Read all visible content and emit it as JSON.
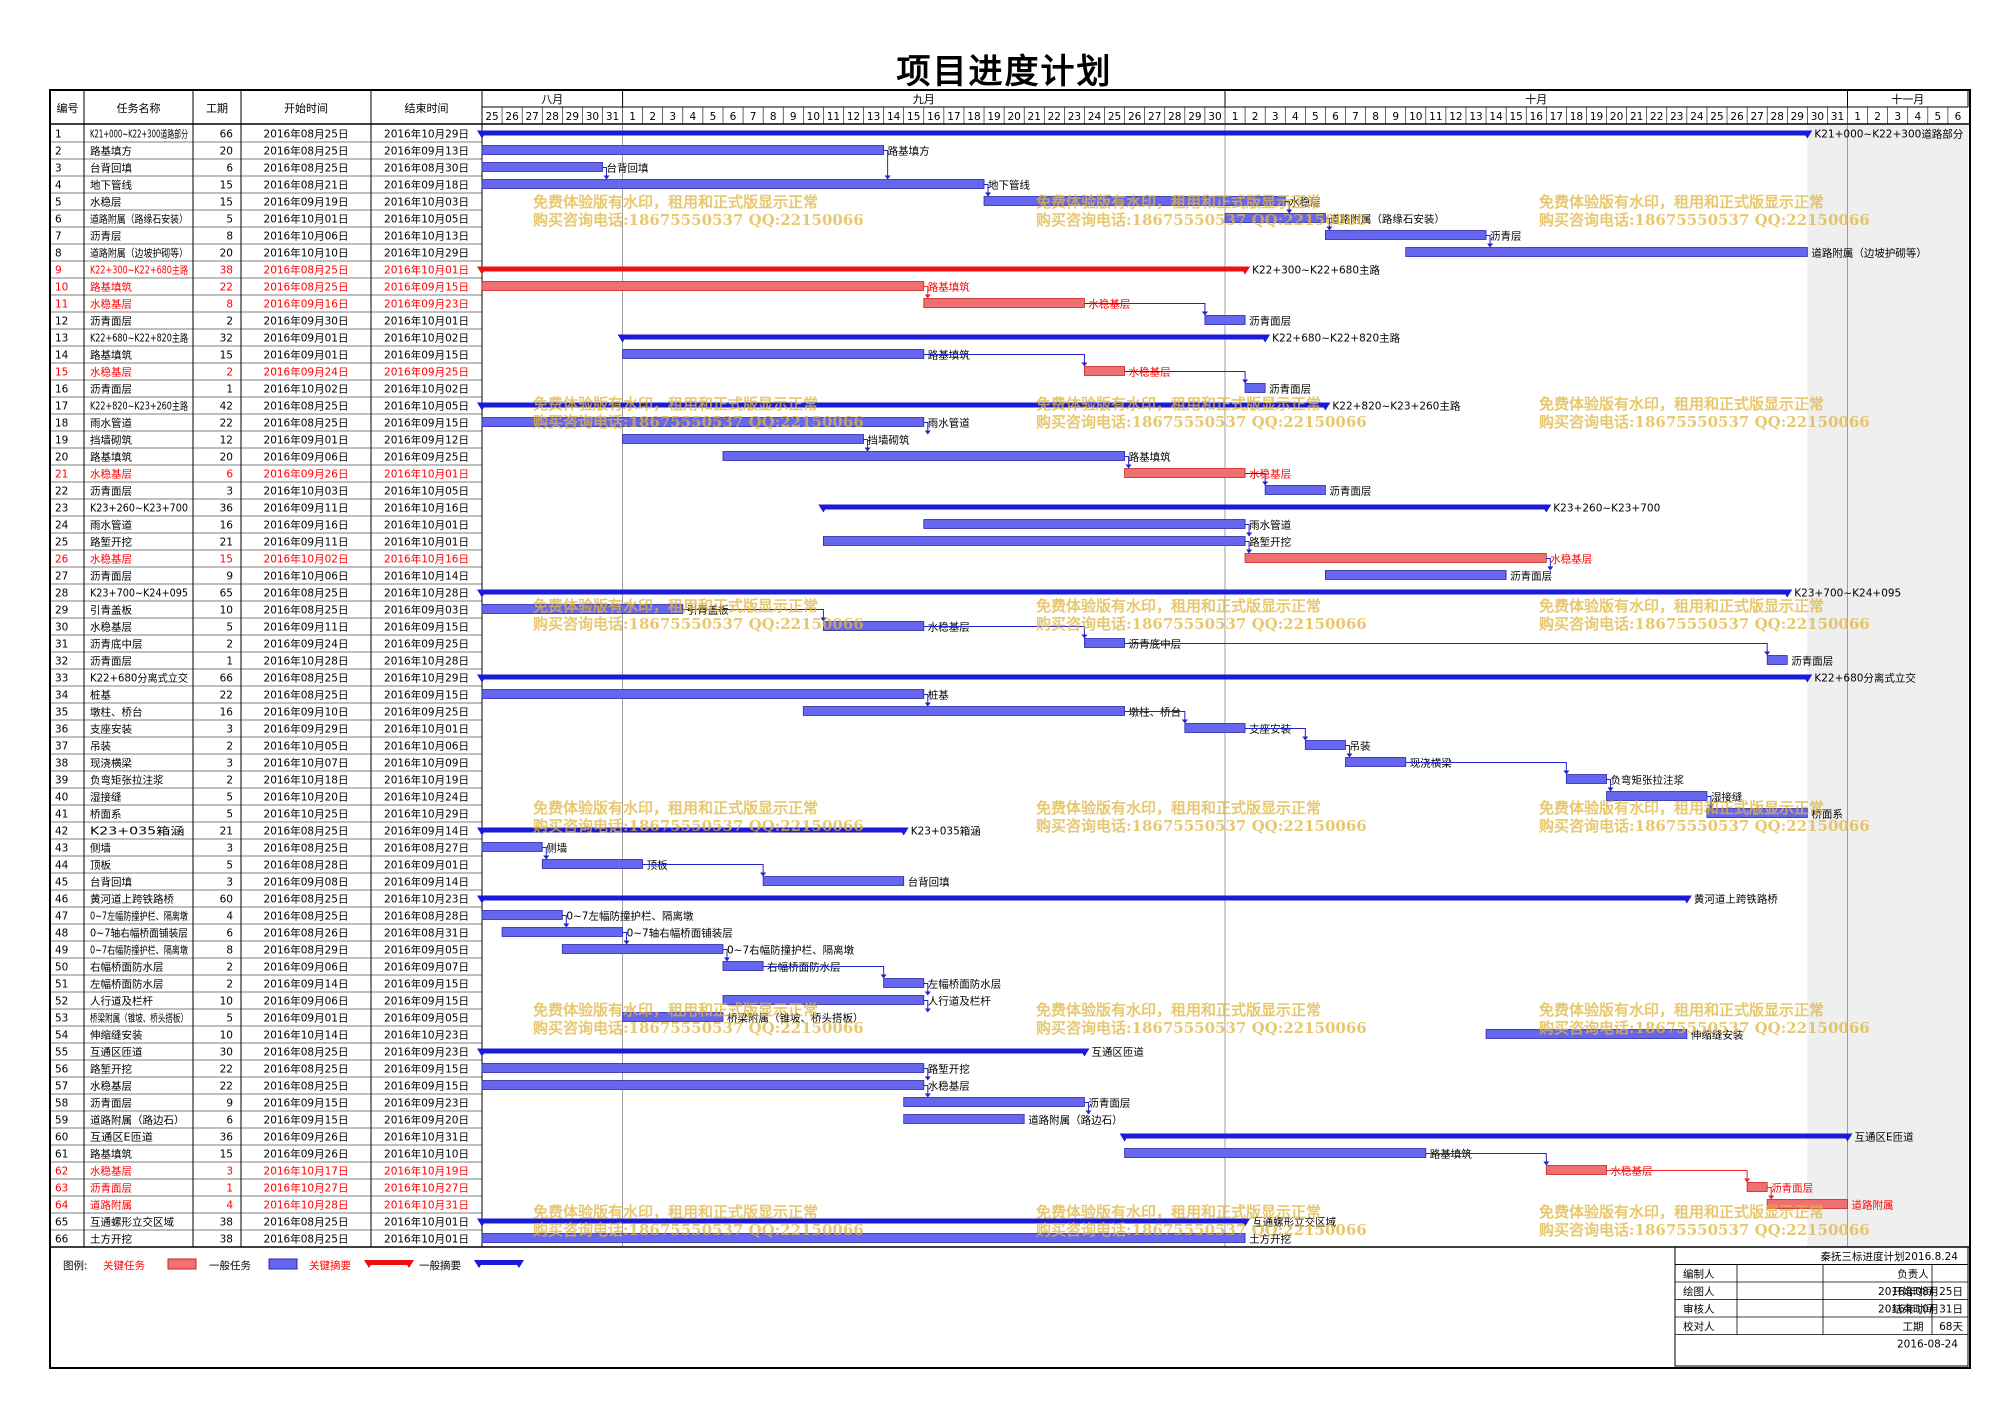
{
  "title": "项目进度计划",
  "columns": {
    "id": "编号",
    "name": "任务名称",
    "dur": "工期",
    "start": "开始时间",
    "end": "结束时间"
  },
  "months": [
    {
      "label": "八月",
      "days": [
        "25",
        "26",
        "27",
        "28",
        "29",
        "30",
        "31"
      ]
    },
    {
      "label": "九月",
      "days": [
        "1",
        "2",
        "3",
        "4",
        "5",
        "6",
        "7",
        "8",
        "9",
        "10",
        "11",
        "12",
        "13",
        "14",
        "15",
        "16",
        "17",
        "18",
        "19",
        "20",
        "21",
        "22",
        "23",
        "24",
        "25",
        "26",
        "27",
        "28",
        "29",
        "30"
      ]
    },
    {
      "label": "十月",
      "days": [
        "1",
        "2",
        "3",
        "4",
        "5",
        "6",
        "7",
        "8",
        "9",
        "10",
        "11",
        "12",
        "13",
        "14",
        "15",
        "16",
        "17",
        "18",
        "19",
        "20",
        "21",
        "22",
        "23",
        "24",
        "25",
        "26",
        "27",
        "28",
        "29",
        "30",
        "31"
      ]
    },
    {
      "label": "十一月",
      "days": [
        "1",
        "2",
        "3",
        "4",
        "5",
        "6"
      ]
    }
  ],
  "tasks": [
    {
      "id": "1",
      "name": "K21+000~K22+300道路部分",
      "dur": "66",
      "start": "2016年08月25日",
      "end": "2016年10月29日",
      "type": "summary",
      "label": "K21+000~K22+300道路部分"
    },
    {
      "id": "2",
      "name": "路基填方",
      "dur": "20",
      "start": "2016年08月25日",
      "end": "2016年09月13日",
      "type": "task",
      "label": "路基填方"
    },
    {
      "id": "3",
      "name": "台背回填",
      "dur": "6",
      "start": "2016年08月25日",
      "end": "2016年08月30日",
      "type": "task",
      "label": "台背回填"
    },
    {
      "id": "4",
      "name": "地下管线",
      "dur": "15",
      "start": "2016年08月21日",
      "end": "2016年09月18日",
      "type": "task",
      "label": "地下管线"
    },
    {
      "id": "5",
      "name": "水稳层",
      "dur": "15",
      "start": "2016年09月19日",
      "end": "2016年10月03日",
      "type": "task",
      "label": "水稳层"
    },
    {
      "id": "6",
      "name": "道路附属（路缘石安装）",
      "dur": "5",
      "start": "2016年10月01日",
      "end": "2016年10月05日",
      "type": "task",
      "label": "道路附属（路缘石安装）"
    },
    {
      "id": "7",
      "name": "沥青层",
      "dur": "8",
      "start": "2016年10月06日",
      "end": "2016年10月13日",
      "type": "task",
      "label": "沥青层"
    },
    {
      "id": "8",
      "name": "道路附属（边坡护砌等）",
      "dur": "20",
      "start": "2016年10月10日",
      "end": "2016年10月29日",
      "type": "task",
      "label": "道路附属（边坡护砌等）"
    },
    {
      "id": "9",
      "name": "K22+300~K22+680主路",
      "dur": "38",
      "start": "2016年08月25日",
      "end": "2016年10月01日",
      "type": "csummary",
      "label": "K22+300~K22+680主路"
    },
    {
      "id": "10",
      "name": "路基填筑",
      "dur": "22",
      "start": "2016年08月25日",
      "end": "2016年09月15日",
      "type": "critical",
      "label": "路基填筑"
    },
    {
      "id": "11",
      "name": "水稳基层",
      "dur": "8",
      "start": "2016年09月16日",
      "end": "2016年09月23日",
      "type": "critical",
      "label": "水稳基层"
    },
    {
      "id": "12",
      "name": "沥青面层",
      "dur": "2",
      "start": "2016年09月30日",
      "end": "2016年10月01日",
      "type": "task",
      "label": "沥青面层"
    },
    {
      "id": "13",
      "name": "K22+680~K22+820主路",
      "dur": "32",
      "start": "2016年09月01日",
      "end": "2016年10月02日",
      "type": "summary",
      "label": "K22+680~K22+820主路"
    },
    {
      "id": "14",
      "name": "路基填筑",
      "dur": "15",
      "start": "2016年09月01日",
      "end": "2016年09月15日",
      "type": "task",
      "label": "路基填筑"
    },
    {
      "id": "15",
      "name": "水稳基层",
      "dur": "2",
      "start": "2016年09月24日",
      "end": "2016年09月25日",
      "type": "critical",
      "label": "水稳基层"
    },
    {
      "id": "16",
      "name": "沥青面层",
      "dur": "1",
      "start": "2016年10月02日",
      "end": "2016年10月02日",
      "type": "task",
      "label": "沥青面层"
    },
    {
      "id": "17",
      "name": "K22+820~K23+260主路",
      "dur": "42",
      "start": "2016年08月25日",
      "end": "2016年10月05日",
      "type": "summary",
      "label": "K22+820~K23+260主路"
    },
    {
      "id": "18",
      "name": "雨水管道",
      "dur": "22",
      "start": "2016年08月25日",
      "end": "2016年09月15日",
      "type": "task",
      "label": "雨水管道"
    },
    {
      "id": "19",
      "name": "挡墙砌筑",
      "dur": "12",
      "start": "2016年09月01日",
      "end": "2016年09月12日",
      "type": "task",
      "label": "挡墙砌筑"
    },
    {
      "id": "20",
      "name": "路基填筑",
      "dur": "20",
      "start": "2016年09月06日",
      "end": "2016年09月25日",
      "type": "task",
      "label": "路基填筑"
    },
    {
      "id": "21",
      "name": "水稳基层",
      "dur": "6",
      "start": "2016年09月26日",
      "end": "2016年10月01日",
      "type": "critical",
      "label": "水稳基层"
    },
    {
      "id": "22",
      "name": "沥青面层",
      "dur": "3",
      "start": "2016年10月03日",
      "end": "2016年10月05日",
      "type": "task",
      "label": "沥青面层"
    },
    {
      "id": "23",
      "name": "K23+260~K23+700",
      "dur": "36",
      "start": "2016年09月11日",
      "end": "2016年10月16日",
      "type": "summary",
      "label": "K23+260~K23+700"
    },
    {
      "id": "24",
      "name": "雨水管道",
      "dur": "16",
      "start": "2016年09月16日",
      "end": "2016年10月01日",
      "type": "task",
      "label": "雨水管道"
    },
    {
      "id": "25",
      "name": "路堑开挖",
      "dur": "21",
      "start": "2016年09月11日",
      "end": "2016年10月01日",
      "type": "task",
      "label": "路堑开挖"
    },
    {
      "id": "26",
      "name": "水稳基层",
      "dur": "15",
      "start": "2016年10月02日",
      "end": "2016年10月16日",
      "type": "critical",
      "label": "水稳基层"
    },
    {
      "id": "27",
      "name": "沥青面层",
      "dur": "9",
      "start": "2016年10月06日",
      "end": "2016年10月14日",
      "type": "task",
      "label": "沥青面层"
    },
    {
      "id": "28",
      "name": "K23+700~K24+095",
      "dur": "65",
      "start": "2016年08月25日",
      "end": "2016年10月28日",
      "type": "summary",
      "label": "K23+700~K24+095"
    },
    {
      "id": "29",
      "name": "引青盖板",
      "dur": "10",
      "start": "2016年08月25日",
      "end": "2016年09月03日",
      "type": "task",
      "label": "引青盖板"
    },
    {
      "id": "30",
      "name": "水稳基层",
      "dur": "5",
      "start": "2016年09月11日",
      "end": "2016年09月15日",
      "type": "task",
      "label": "水稳基层"
    },
    {
      "id": "31",
      "name": "沥青底中层",
      "dur": "2",
      "start": "2016年09月24日",
      "end": "2016年09月25日",
      "type": "task",
      "label": "沥青底中层"
    },
    {
      "id": "32",
      "name": "沥青面层",
      "dur": "1",
      "start": "2016年10月28日",
      "end": "2016年10月28日",
      "type": "task",
      "label": "沥青面层"
    },
    {
      "id": "33",
      "name": "K22+680分离式立交",
      "dur": "66",
      "start": "2016年08月25日",
      "end": "2016年10月29日",
      "type": "summary",
      "label": "K22+680分离式立交"
    },
    {
      "id": "34",
      "name": "桩基",
      "dur": "22",
      "start": "2016年08月25日",
      "end": "2016年09月15日",
      "type": "task",
      "label": "桩基"
    },
    {
      "id": "35",
      "name": "墩柱、桥台",
      "dur": "16",
      "start": "2016年09月10日",
      "end": "2016年09月25日",
      "type": "task",
      "label": "墩柱、桥台"
    },
    {
      "id": "36",
      "name": "支座安装",
      "dur": "3",
      "start": "2016年09月29日",
      "end": "2016年10月01日",
      "type": "task",
      "label": "支座安装"
    },
    {
      "id": "37",
      "name": "吊装",
      "dur": "2",
      "start": "2016年10月05日",
      "end": "2016年10月06日",
      "type": "task",
      "label": "吊装"
    },
    {
      "id": "38",
      "name": "现浇横梁",
      "dur": "3",
      "start": "2016年10月07日",
      "end": "2016年10月09日",
      "type": "task",
      "label": "现浇横梁"
    },
    {
      "id": "39",
      "name": "负弯矩张拉注浆",
      "dur": "2",
      "start": "2016年10月18日",
      "end": "2016年10月19日",
      "type": "task",
      "label": "负弯矩张拉注浆"
    },
    {
      "id": "40",
      "name": "湿接缝",
      "dur": "5",
      "start": "2016年10月20日",
      "end": "2016年10月24日",
      "type": "task",
      "label": "湿接缝"
    },
    {
      "id": "41",
      "name": "桥面系",
      "dur": "5",
      "start": "2016年10月25日",
      "end": "2016年10月29日",
      "type": "task",
      "label": "桥面系"
    },
    {
      "id": "42",
      "name": "K23+035箱涵",
      "dur": "21",
      "start": "2016年08月25日",
      "end": "2016年09月14日",
      "type": "summary",
      "label": "K23+035箱涵"
    },
    {
      "id": "43",
      "name": "侧墙",
      "dur": "3",
      "start": "2016年08月25日",
      "end": "2016年08月27日",
      "type": "task",
      "label": "侧墙"
    },
    {
      "id": "44",
      "name": "顶板",
      "dur": "5",
      "start": "2016年08月28日",
      "end": "2016年09月01日",
      "type": "task",
      "label": "顶板"
    },
    {
      "id": "45",
      "name": "台背回填",
      "dur": "3",
      "start": "2016年09月08日",
      "end": "2016年09月14日",
      "type": "task",
      "label": "台背回填"
    },
    {
      "id": "46",
      "name": "黄河道上跨铁路桥",
      "dur": "60",
      "start": "2016年08月25日",
      "end": "2016年10月23日",
      "type": "summary",
      "label": "黄河道上跨铁路桥"
    },
    {
      "id": "47",
      "name": "0~7左幅防撞护栏、隔离墩",
      "dur": "4",
      "start": "2016年08月25日",
      "end": "2016年08月28日",
      "type": "task",
      "label": "0~7左幅防撞护栏、隔离墩"
    },
    {
      "id": "48",
      "name": "0~7轴右幅桥面铺装层",
      "dur": "6",
      "start": "2016年08月26日",
      "end": "2016年08月31日",
      "type": "task",
      "label": "0~7轴右幅桥面铺装层"
    },
    {
      "id": "49",
      "name": "0~7右幅防撞护栏、隔离墩",
      "dur": "8",
      "start": "2016年08月29日",
      "end": "2016年09月05日",
      "type": "task",
      "label": "0~7右幅防撞护栏、隔离墩"
    },
    {
      "id": "50",
      "name": "右幅桥面防水层",
      "dur": "2",
      "start": "2016年09月06日",
      "end": "2016年09月07日",
      "type": "task",
      "label": "右幅桥面防水层"
    },
    {
      "id": "51",
      "name": "左幅桥面防水层",
      "dur": "2",
      "start": "2016年09月14日",
      "end": "2016年09月15日",
      "type": "task",
      "label": "左幅桥面防水层"
    },
    {
      "id": "52",
      "name": "人行道及栏杆",
      "dur": "10",
      "start": "2016年09月06日",
      "end": "2016年09月15日",
      "type": "task",
      "label": "人行道及栏杆"
    },
    {
      "id": "53",
      "name": "桥梁附属（锥坡、桥头搭板）",
      "dur": "5",
      "start": "2016年09月01日",
      "end": "2016年09月05日",
      "type": "task",
      "label": "桥梁附属（锥坡、桥头搭板）"
    },
    {
      "id": "54",
      "name": "伸缩缝安装",
      "dur": "10",
      "start": "2016年10月14日",
      "end": "2016年10月23日",
      "type": "task",
      "label": "伸缩缝安装"
    },
    {
      "id": "55",
      "name": "互通区匝道",
      "dur": "30",
      "start": "2016年08月25日",
      "end": "2016年09月23日",
      "type": "summary",
      "label": "互通区匝道"
    },
    {
      "id": "56",
      "name": "路堑开挖",
      "dur": "22",
      "start": "2016年08月25日",
      "end": "2016年09月15日",
      "type": "task",
      "label": "路堑开挖"
    },
    {
      "id": "57",
      "name": "水稳基层",
      "dur": "22",
      "start": "2016年08月25日",
      "end": "2016年09月15日",
      "type": "task",
      "label": "水稳基层"
    },
    {
      "id": "58",
      "name": "沥青面层",
      "dur": "9",
      "start": "2016年09月15日",
      "end": "2016年09月23日",
      "type": "task",
      "label": "沥青面层"
    },
    {
      "id": "59",
      "name": "道路附属（路边石）",
      "dur": "6",
      "start": "2016年09月15日",
      "end": "2016年09月20日",
      "type": "task",
      "label": "道路附属（路边石）"
    },
    {
      "id": "60",
      "name": "互通区E匝道",
      "dur": "36",
      "start": "2016年09月26日",
      "end": "2016年10月31日",
      "type": "summary",
      "label": "互通区E匝道"
    },
    {
      "id": "61",
      "name": "路基填筑",
      "dur": "15",
      "start": "2016年09月26日",
      "end": "2016年10月10日",
      "type": "task",
      "label": "路基填筑"
    },
    {
      "id": "62",
      "name": "水稳基层",
      "dur": "3",
      "start": "2016年10月17日",
      "end": "2016年10月19日",
      "type": "critical",
      "label": "水稳基层"
    },
    {
      "id": "63",
      "name": "沥青面层",
      "dur": "1",
      "start": "2016年10月27日",
      "end": "2016年10月27日",
      "type": "critical",
      "label": "沥青面层"
    },
    {
      "id": "64",
      "name": "道路附属",
      "dur": "4",
      "start": "2016年10月28日",
      "end": "2016年10月31日",
      "type": "critical",
      "label": "道路附属"
    },
    {
      "id": "65",
      "name": "互通螺形立交区域",
      "dur": "38",
      "start": "2016年08月25日",
      "end": "2016年10月01日",
      "type": "summary",
      "label": "互通螺形立交区域"
    },
    {
      "id": "66",
      "name": "土方开挖",
      "dur": "38",
      "start": "2016年08月25日",
      "end": "2016年10月01日",
      "type": "task",
      "label": "土方开挖"
    }
  ],
  "watermark": {
    "line1": "免费体验版有水印，租用和正式版显示正常",
    "line2": "购买咨询电话:18675550537 QQ:22150066"
  },
  "legend": {
    "title": "图例:",
    "critical_task": "关键任务",
    "normal_task": "一般任务",
    "critical_summary": "关键摘要",
    "normal_summary": "一般摘要"
  },
  "info_box": {
    "title": "秦抚三标进度计划2016.8.24",
    "editor_label": "编制人",
    "owner_label": "负责人",
    "drawer_label": "绘图人",
    "start_label": "开始时间",
    "start_value": "2016年08月25日",
    "reviewer_label": "审核人",
    "end_label": "结束时间",
    "end_value": "2016年10月31日",
    "checker_label": "校对人",
    "dur_label": "工期",
    "dur_value": "68天",
    "date": "2016-08-24"
  },
  "colors": {
    "task": "#6666ee",
    "critical": "#f07070",
    "summary": "#1a1ad8",
    "critical_summary": "#ee1111",
    "link": "#2222cc",
    "critical_link": "#ee2222",
    "watermark": "#e0b63f"
  }
}
